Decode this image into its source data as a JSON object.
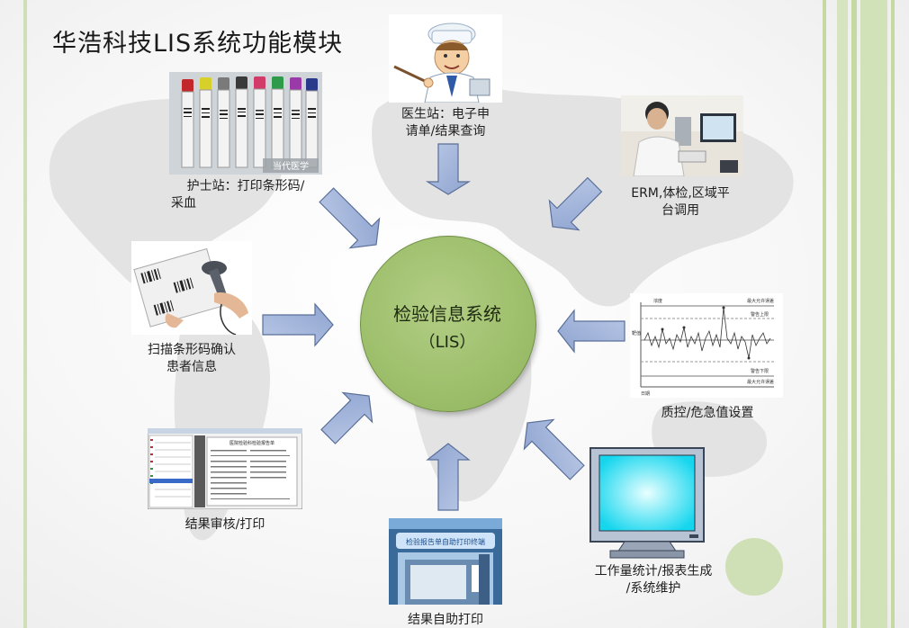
{
  "title": "华浩科技LIS系统功能模块",
  "center": {
    "line1": "检验信息系统",
    "line2": "（LIS）"
  },
  "nodes": {
    "doctor": {
      "line1": "医生站：电子申",
      "line2": "请单/结果查询"
    },
    "nurse": {
      "line1": "护士站：打印条形码/",
      "line2": "采血"
    },
    "erm": {
      "line1": "ERM,体检,区域平",
      "line2": "台调用"
    },
    "scan": {
      "line1": "扫描条形码确认",
      "line2": "患者信息"
    },
    "qc": {
      "line1": "质控/危急值设置"
    },
    "review": {
      "line1": "结果审核/打印"
    },
    "selfprint": {
      "line1": "结果自助打印"
    },
    "stats": {
      "line1": "工作量统计/报表生成",
      "line2": "/系统维护"
    }
  },
  "tube_watermark": "当代医学",
  "kiosk_banner": "检验报告单自助打印终端",
  "qc_chart_labels": {
    "top_right": "最大允许误差",
    "warn_high": "警告上限",
    "warn_low": "警告下限",
    "bottom_right": "最大允许误差",
    "top_left": "浓度",
    "bottom_left": "日期",
    "axis": "靶值"
  },
  "doc_heading": "医院检验科检验报告单",
  "colors": {
    "arrow": "#9cb0d6",
    "arrow_stroke": "#5a6f99",
    "center": "#9dbf6b",
    "stripe": "#c5d9a3"
  }
}
